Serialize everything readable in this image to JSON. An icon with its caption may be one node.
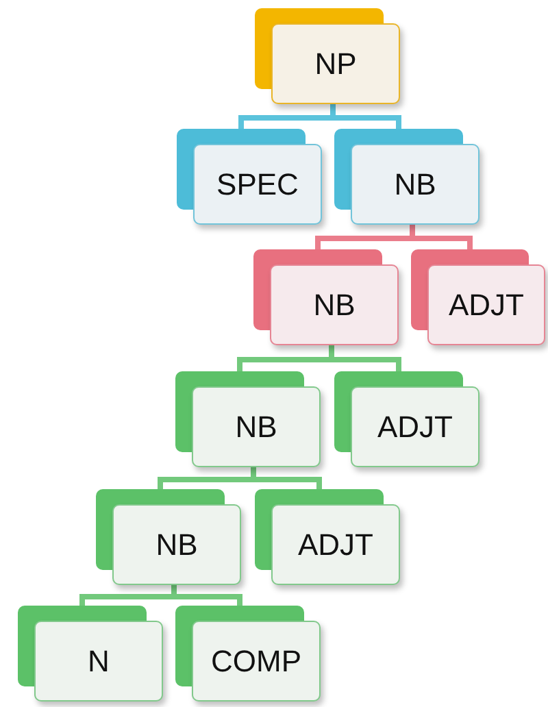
{
  "diagram": {
    "nodes": [
      {
        "text": [
          "NP"
        ]
      },
      {
        "text": [
          "SPEC"
        ]
      },
      {
        "text": [
          "NB"
        ]
      },
      {
        "text": [
          "NB"
        ]
      },
      {
        "text": [
          "ADJT"
        ]
      },
      {
        "text": [
          "NB"
        ]
      },
      {
        "text": [
          "ADJT"
        ]
      },
      {
        "text": [
          "NB"
        ]
      },
      {
        "text": [
          "ADJT"
        ]
      },
      {
        "text": [
          "N"
        ]
      },
      {
        "text": [
          "COMP"
        ]
      }
    ],
    "edges": [
      {
        "from": 0,
        "to": 1,
        "arrow": "none",
        "color": "#5bc3dc"
      },
      {
        "from": 0,
        "to": 2,
        "arrow": "none",
        "color": "#5bc3dc"
      },
      {
        "from": 2,
        "to": 3,
        "arrow": "none",
        "color": "#ea7d8b"
      },
      {
        "from": 2,
        "to": 4,
        "arrow": "none",
        "color": "#ea7d8b"
      },
      {
        "from": 3,
        "to": 5,
        "arrow": "none"
      },
      {
        "from": 3,
        "to": 6,
        "arrow": "none"
      },
      {
        "from": 5,
        "to": 7,
        "arrow": "none"
      },
      {
        "from": 5,
        "to": 8,
        "arrow": "none"
      },
      {
        "from": 7,
        "to": 9,
        "arrow": "none"
      },
      {
        "from": 7,
        "to": 10,
        "arrow": "none"
      }
    ]
  }
}
